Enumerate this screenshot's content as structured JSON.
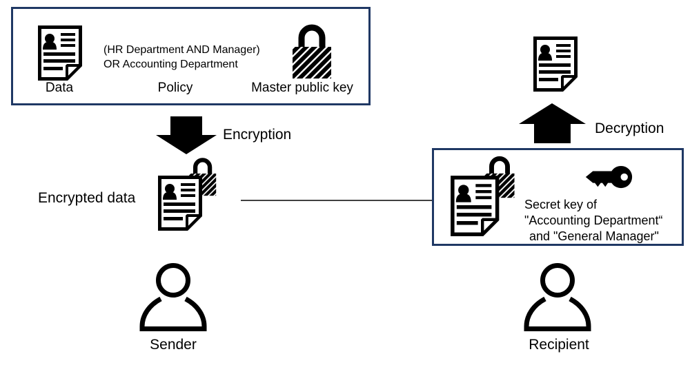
{
  "diagram": {
    "title_implicit": "Attribute-based encryption flow",
    "input_box": {
      "data_label": "Data",
      "policy_label": "Policy",
      "master_public_key_label": "Master public key",
      "policy_lines": [
        "(HR Department AND Manager)",
        "OR Accounting Department"
      ]
    },
    "encryption_label": "Encryption",
    "encrypted_data_label": "Encrypted data",
    "secret_key_box": {
      "lines": [
        "Secret key of",
        "\"Accounting Department“",
        "and \"General Manager\""
      ]
    },
    "decryption_label": "Decryption",
    "sender_label": "Sender",
    "recipient_label": "Recipient",
    "colors": {
      "box_border": "#1f3864",
      "icon": "#000000",
      "background": "#ffffff"
    },
    "icons": {
      "document": "document-icon",
      "hatched_padlock": "lock-icon",
      "encrypted_document": "locked-document-icon",
      "key": "key-icon",
      "person": "person-icon",
      "block_arrow_down": "arrow-down-icon",
      "block_arrow_up": "arrow-up-icon",
      "flow_arrow": "arrow-right-icon"
    }
  }
}
